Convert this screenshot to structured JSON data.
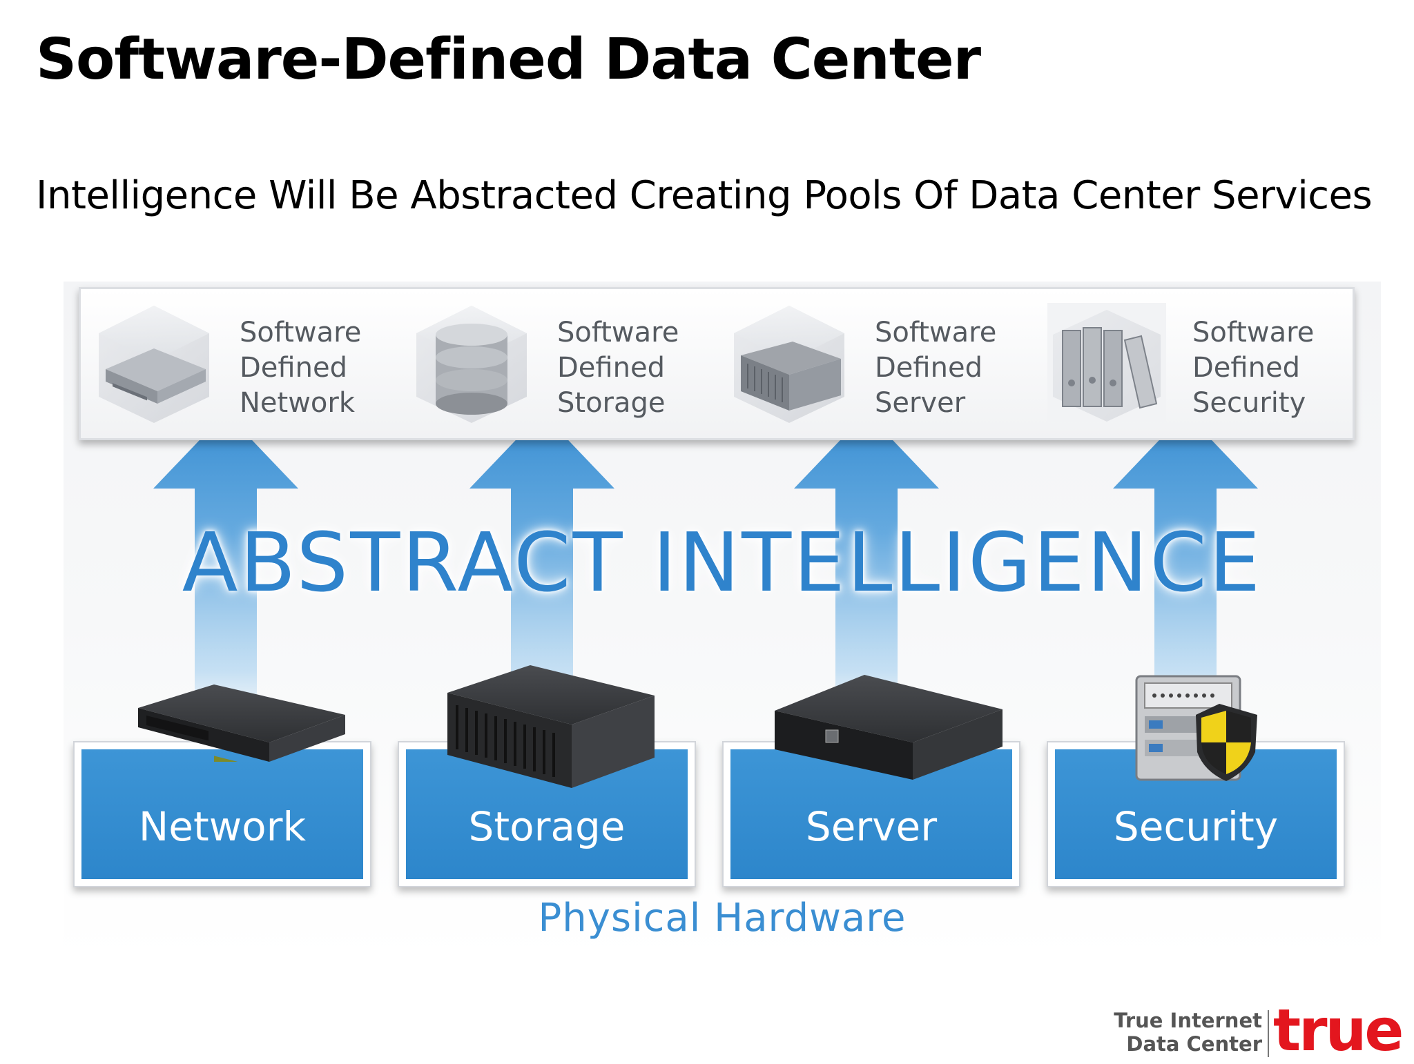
{
  "slide": {
    "title": "Software-Defined Data Center",
    "subtitle": "Intelligence Will Be Abstracted Creating Pools Of Data Center Services"
  },
  "software_layer": [
    {
      "line1": "Software",
      "line2": "Defined",
      "line3": "Network",
      "icon": "network-switch-icon"
    },
    {
      "line1": "Software",
      "line2": "Defined",
      "line3": "Storage",
      "icon": "database-icon"
    },
    {
      "line1": "Software",
      "line2": "Defined",
      "line3": "Server",
      "icon": "server-icon"
    },
    {
      "line1": "Software",
      "line2": "Defined",
      "line3": "Security",
      "icon": "binders-icon"
    }
  ],
  "abstract_label": "ABSTRACT INTELLIGENCE",
  "hardware": [
    {
      "label": "Network",
      "icon": "network-switch-icon"
    },
    {
      "label": "Storage",
      "icon": "storage-array-icon"
    },
    {
      "label": "Server",
      "icon": "server-icon"
    },
    {
      "label": "Security",
      "icon": "security-shield-icon"
    }
  ],
  "physical_label": "Physical Hardware",
  "logo": {
    "line1": "True Internet",
    "line2": "Data Center",
    "brand": "true"
  },
  "colors": {
    "accent_blue": "#2f83cc",
    "box_blue": "#3390d2",
    "brand_red": "#e3161e"
  }
}
